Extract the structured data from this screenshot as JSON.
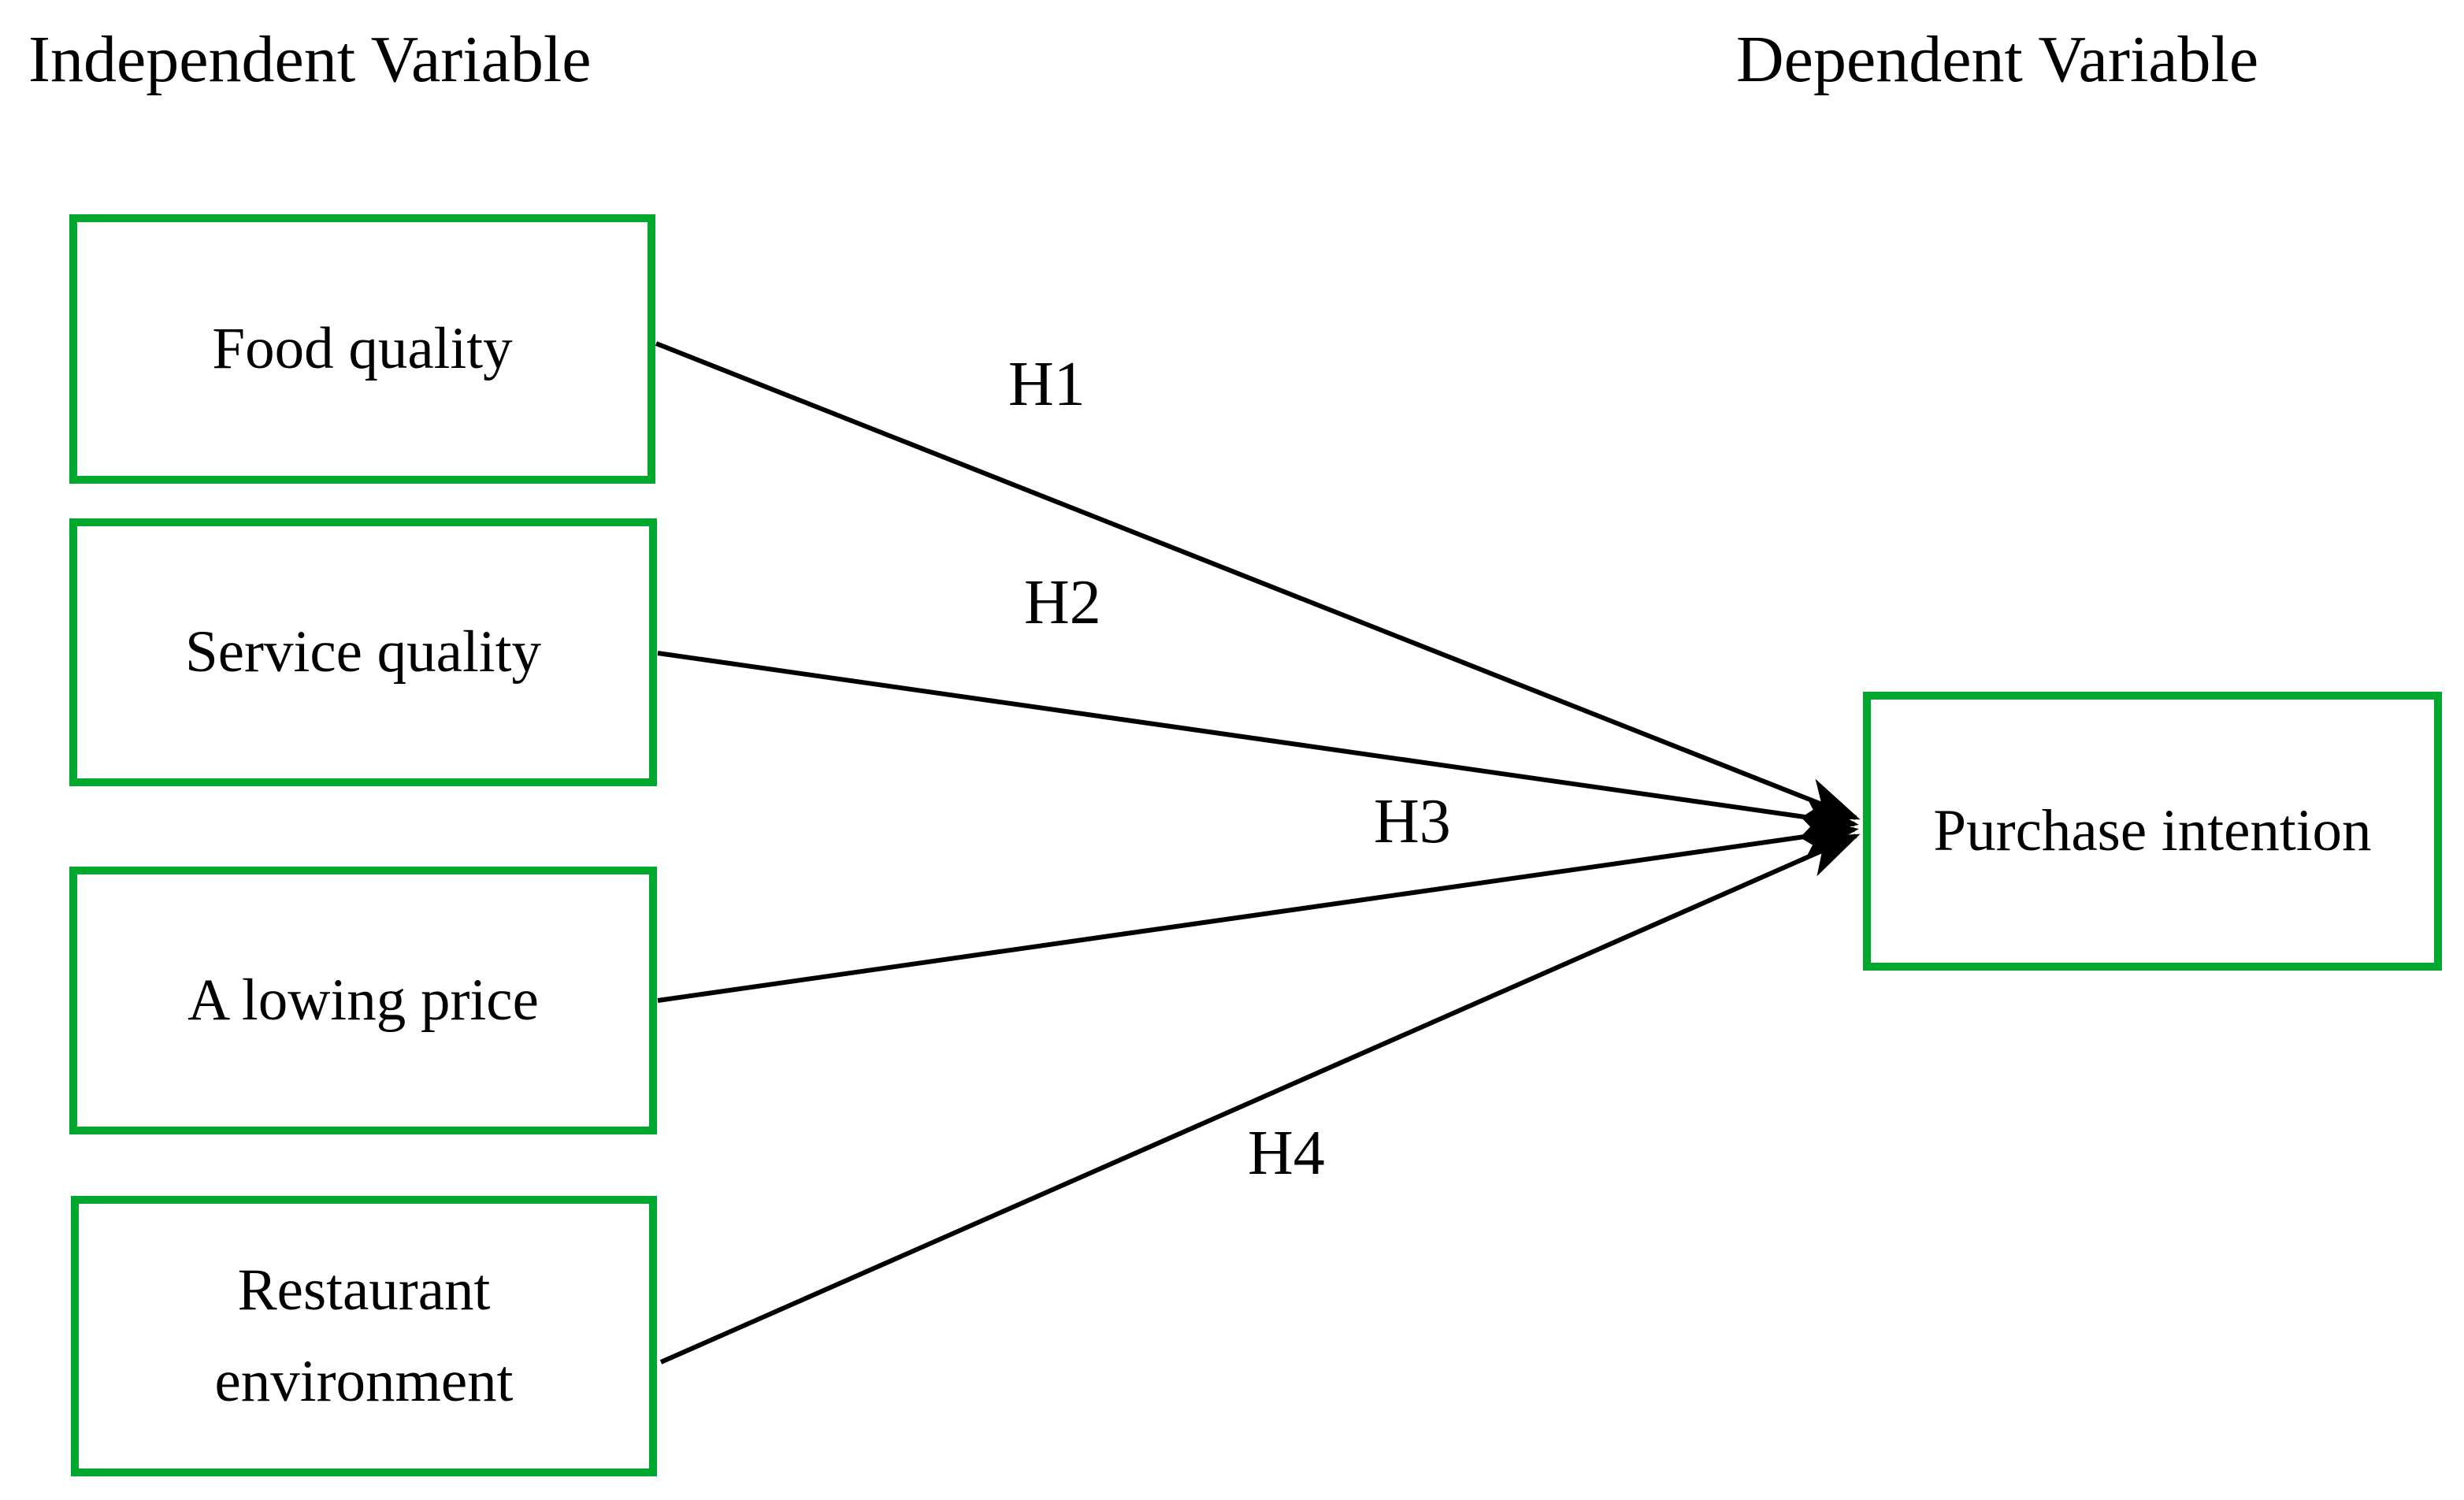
{
  "colors": {
    "box_border_green": "#00A82E",
    "text_ink": "#000000",
    "arrow": "#000000",
    "background": "#ffffff"
  },
  "headers": {
    "left": "Independent Variable",
    "right": "Dependent Variable"
  },
  "diagram": {
    "type": "hypothesis-model",
    "independent_variables": [
      {
        "id": "food_quality",
        "label": "Food quality"
      },
      {
        "id": "service_quality",
        "label": "Service quality"
      },
      {
        "id": "a_lowing_price",
        "label": "A lowing price"
      },
      {
        "id": "restaurant_environment",
        "label": "Restaurant environment"
      }
    ],
    "dependent_variable": {
      "id": "purchase_intention",
      "label": "Purchase intention"
    },
    "hypotheses": [
      {
        "id": "H1",
        "label": "H1",
        "from": "Food quality",
        "to": "Purchase intention"
      },
      {
        "id": "H2",
        "label": "H2",
        "from": "Service quality",
        "to": "Purchase intention"
      },
      {
        "id": "H3",
        "label": "H3",
        "from": "A lowing price",
        "to": "Purchase intention"
      },
      {
        "id": "H4",
        "label": "H4",
        "from": "Restaurant environment",
        "to": "Purchase intention"
      }
    ]
  }
}
